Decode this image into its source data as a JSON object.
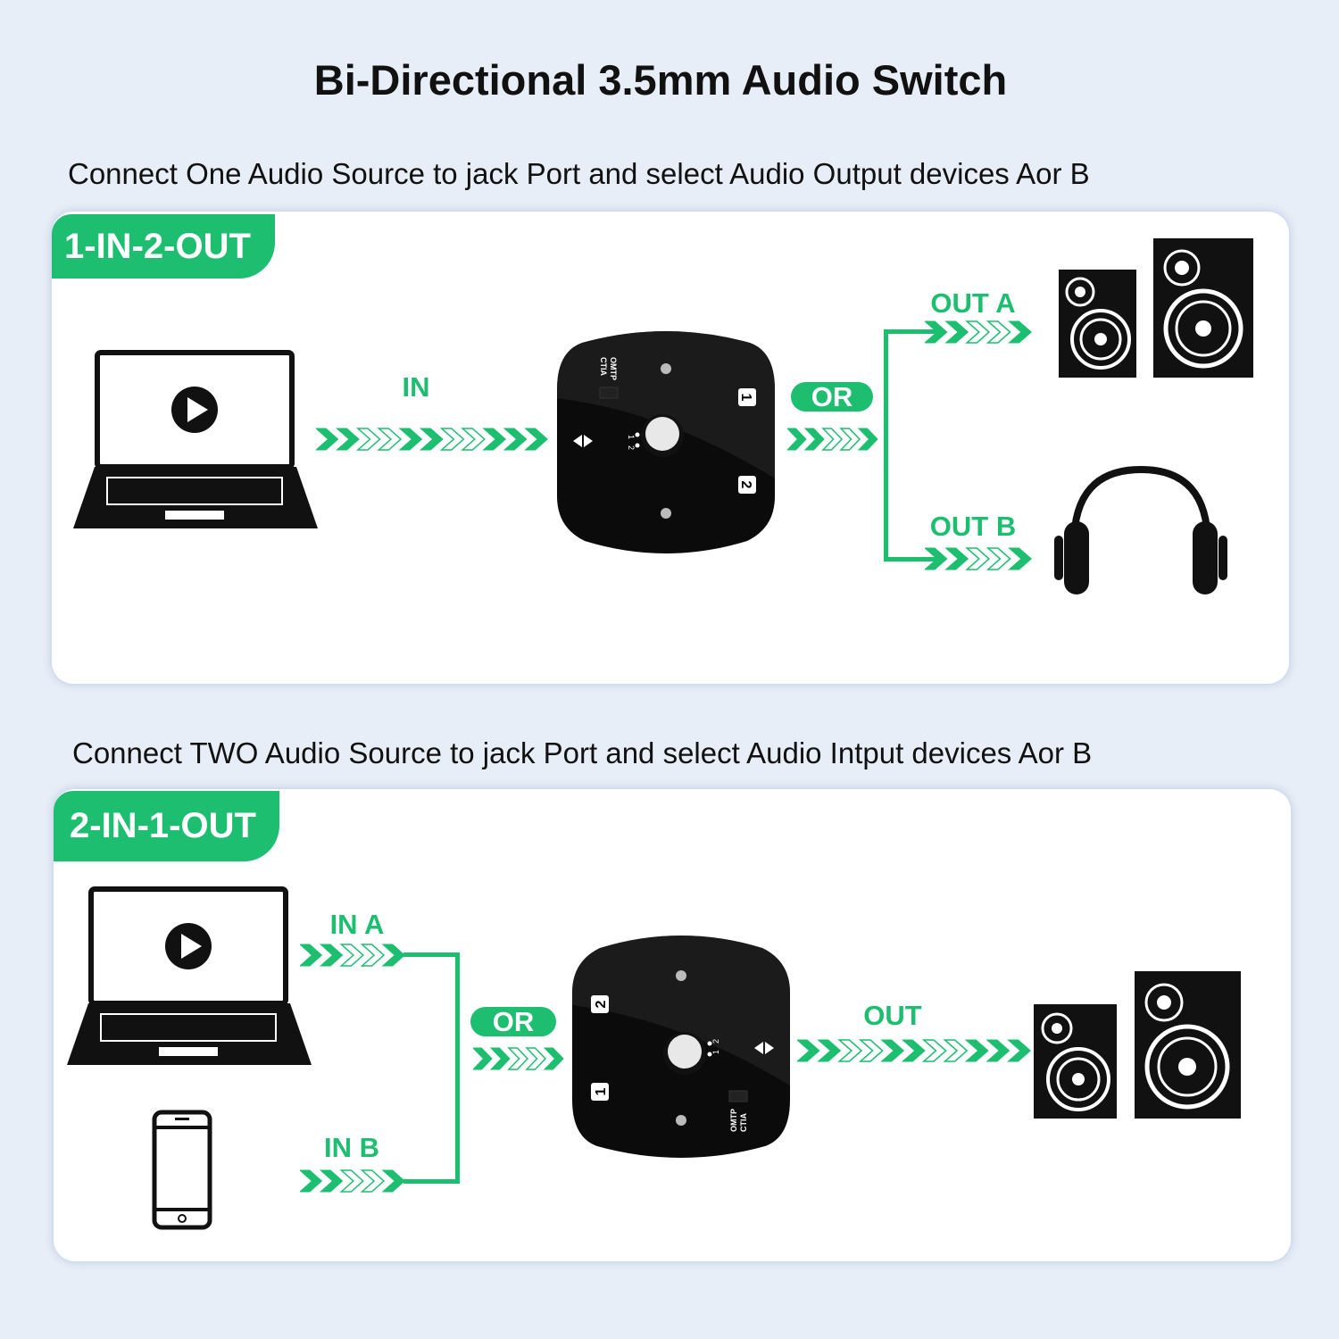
{
  "title": "Bi-Directional 3.5mm Audio Switch",
  "colors": {
    "accent": "#1dbe70",
    "background": "#e8eef7",
    "device": "#111111"
  },
  "section1": {
    "subtitle": "Connect One Audio Source to jack Port and select  Audio Output devices Aor B",
    "tab": "1-IN-2-OUT",
    "in_label": "IN",
    "or_label": "OR",
    "out_a_label": "OUT A",
    "out_b_label": "OUT B"
  },
  "section2": {
    "subtitle": "Connect TWO Audio Source to jack Port and select  Audio Intput devices Aor B",
    "tab": "2-IN-1-OUT",
    "in_a_label": "IN A",
    "in_b_label": "IN B",
    "or_label": "OR",
    "out_label": "OUT"
  },
  "switch": {
    "port1": "1",
    "port2": "2",
    "omtp": "OMTP",
    "ctia": "CTIA",
    "pos1": "1",
    "pos2": "2"
  }
}
